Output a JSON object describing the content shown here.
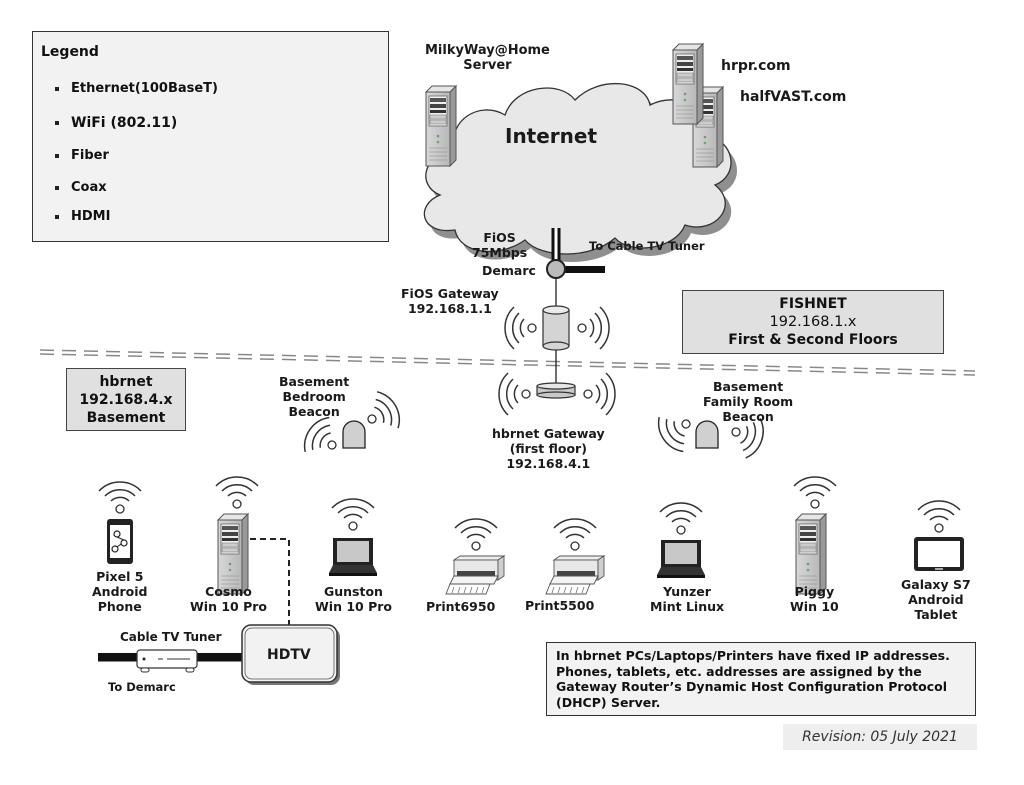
{
  "legend": {
    "title": "Legend",
    "items": [
      {
        "label": "Ethernet(100BaseT)",
        "icon": "ethernet-line"
      },
      {
        "label": "WiFi (802.11)",
        "icon": "wifi-waves"
      },
      {
        "label": "Fiber",
        "icon": "fiber-line"
      },
      {
        "label": "Coax",
        "icon": "coax-line"
      },
      {
        "label": "HDMI",
        "icon": "hdmi-dashed-line"
      }
    ]
  },
  "internet": {
    "cloud_label": "Internet",
    "servers": [
      {
        "name": "MilkyWay@Home",
        "sub": "Server"
      },
      {
        "name": "hrpr.com"
      },
      {
        "name": "halfVAST.com"
      }
    ]
  },
  "uplink": {
    "fios_line1": "FiOS",
    "fios_line2": "75Mbps",
    "demarc": "Demarc",
    "to_cable": "To Cable TV Tuner",
    "gateway_line1": "FiOS Gateway",
    "gateway_line2": "192.168.1.1"
  },
  "fishnet": {
    "line1": "FISHNET",
    "line2": "192.168.1.x",
    "line3": "First & Second Floors"
  },
  "hbrnet": {
    "line1": "hbrnet",
    "line2": "192.168.4.x",
    "line3": "Basement"
  },
  "beacons": [
    {
      "lines": [
        "Basement",
        "Bedroom",
        "Beacon"
      ]
    },
    {
      "lines": [
        "Basement",
        "Family Room",
        "Beacon"
      ]
    }
  ],
  "hbr_gateway": {
    "lines": [
      "hbrnet Gateway",
      "(first floor)",
      "192.168.4.1"
    ]
  },
  "devices": [
    {
      "lines": [
        "Pixel 5",
        "Android",
        "Phone"
      ],
      "icon": "phone-icon"
    },
    {
      "lines": [
        "Cosmo",
        "Win 10 Pro"
      ],
      "icon": "tower-pc-icon"
    },
    {
      "lines": [
        "Gunston",
        "Win 10 Pro"
      ],
      "icon": "laptop-icon"
    },
    {
      "lines": [
        "Print6950"
      ],
      "icon": "printer-icon"
    },
    {
      "lines": [
        "Print5500"
      ],
      "icon": "printer-icon"
    },
    {
      "lines": [
        "Yunzer",
        "Mint Linux"
      ],
      "icon": "laptop-icon"
    },
    {
      "lines": [
        "Piggy",
        "Win 10"
      ],
      "icon": "tower-pc-icon"
    },
    {
      "lines": [
        "Galaxy S7",
        "Android",
        "Tablet"
      ],
      "icon": "tablet-icon"
    }
  ],
  "tv": {
    "hdtv": "HDTV",
    "tuner": "Cable TV Tuner",
    "to_demarc": "To Demarc"
  },
  "note": "In hbrnet PCs/Laptops/Printers have fixed IP addresses. Phones, tablets, etc. addresses are assigned by the Gateway Router’s Dynamic Host Configuration Protocol (DHCP) Server.",
  "revision": "Revision:  05 July 2021"
}
